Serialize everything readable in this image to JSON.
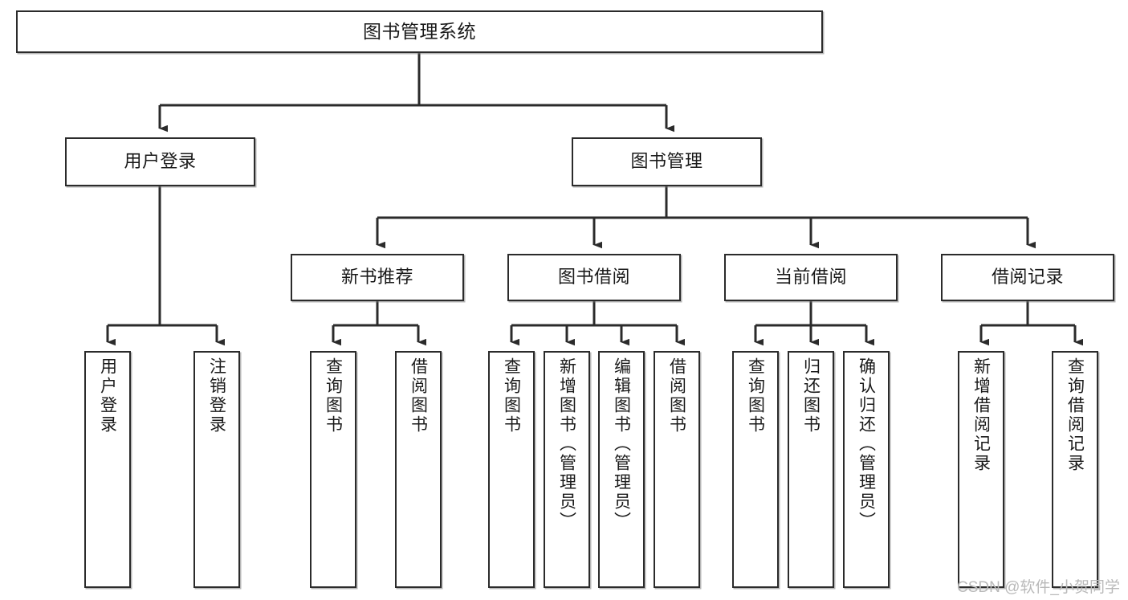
{
  "diagram": {
    "title": "图书管理系统",
    "type": "tree",
    "watermark": "CSDN @软件_小贺同学",
    "colors": {
      "box_border": "#2b2b2b",
      "box_fill": "#ffffff",
      "line": "#2b2b2b",
      "text": "#1a1a1a",
      "watermark": "#b9b9b9",
      "background": "#ffffff"
    },
    "levels": {
      "root": [
        "图书管理系统"
      ],
      "level2": [
        "用户登录",
        "图书管理"
      ],
      "level3": [
        "新书推荐",
        "图书借阅",
        "当前借阅",
        "借阅记录"
      ],
      "leaves": [
        "用户登录",
        "注销登录",
        "查询图书",
        "借阅图书",
        "查询图书",
        "新增图书（管理员）",
        "编辑图书（管理员）",
        "借阅图书",
        "查询图书",
        "归还图书",
        "确认归还（管理员）",
        "新增借阅记录",
        "查询借阅记录"
      ]
    },
    "nodes": {
      "root": {
        "label": "图书管理系统"
      },
      "user_login": {
        "label": "用户登录"
      },
      "book_manage": {
        "label": "图书管理"
      },
      "new_book_rec": {
        "label": "新书推荐"
      },
      "book_borrow": {
        "label": "图书借阅"
      },
      "current_borrow": {
        "label": "当前借阅"
      },
      "borrow_record": {
        "label": "借阅记录"
      },
      "leaf_user_login": {
        "label": "用户登录"
      },
      "leaf_logout": {
        "label": "注销登录"
      },
      "leaf_query_book_1": {
        "label": "查询图书"
      },
      "leaf_borrow_book_1": {
        "label": "借阅图书"
      },
      "leaf_query_book_2": {
        "label": "查询图书"
      },
      "leaf_add_book_admin": {
        "label": "新增图书（管理员）"
      },
      "leaf_edit_book_admin": {
        "label": "编辑图书（管理员）"
      },
      "leaf_borrow_book_2": {
        "label": "借阅图书"
      },
      "leaf_query_book_3": {
        "label": "查询图书"
      },
      "leaf_return_book": {
        "label": "归还图书"
      },
      "leaf_confirm_return_admin": {
        "label": "确认归还（管理员）"
      },
      "leaf_add_borrow_record": {
        "label": "新增借阅记录"
      },
      "leaf_query_borrow_record": {
        "label": "查询借阅记录"
      }
    }
  }
}
